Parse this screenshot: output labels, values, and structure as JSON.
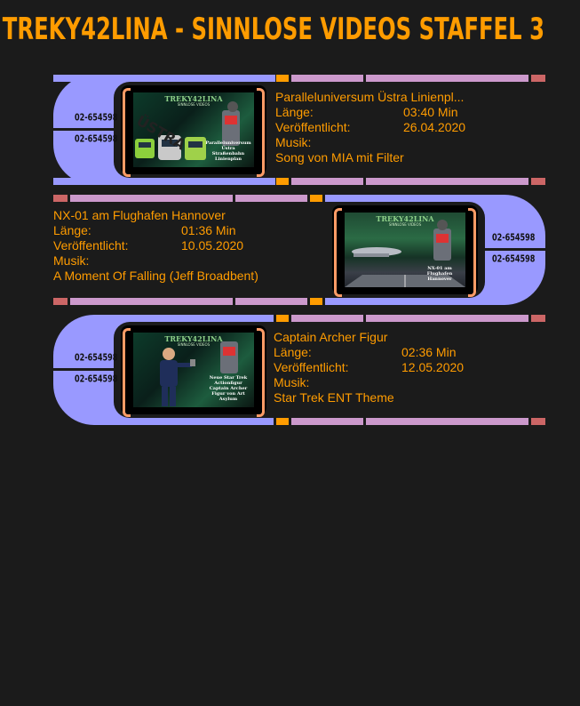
{
  "page": {
    "title": "TREKY42LINA - SINNLOSE VIDEOS STAFFEL 3"
  },
  "colors": {
    "lcars_orange": "#ff9c00",
    "lcars_blue": "#9999ff",
    "lcars_pink": "#cc99cc",
    "lcars_red": "#cc6666",
    "lcars_peach": "#ff9c66",
    "background": "#1b1b1b"
  },
  "lcars_code": "02-654598",
  "labels": {
    "length": "Länge:",
    "published": "Veröffentlicht:",
    "music": "Musik:"
  },
  "videos": [
    {
      "title": "Paralleluniversum Üstra Linienpl...",
      "length": "03:40 Min",
      "published": "26.04.2020",
      "music": "Song von MIA mit Filter",
      "thumb_brand": "TREKY42LINA",
      "thumb_sub": "SINNLOSE VIDEOS",
      "thumb_caption": "Paralleluniversum Üstra Straßenbahn Linienplan",
      "thumb_overlay": "ÜSTRA"
    },
    {
      "title": "NX-01 am Flughafen Hannover",
      "length": "01:36 Min",
      "published": "10.05.2020",
      "music": "A Moment Of Falling (Jeff Broadbent)",
      "thumb_brand": "TREKY42LINA",
      "thumb_sub": "SINNLOSE VIDEOS",
      "thumb_caption": "NX-01 am Flughafen Hannover",
      "thumb_overlay": ""
    },
    {
      "title": "Captain Archer Figur",
      "length": "02:36 Min",
      "published": "12.05.2020",
      "music": "Star Trek ENT Theme",
      "thumb_brand": "TREKY42LINA",
      "thumb_sub": "SINNLOSE VIDEOS",
      "thumb_caption": "Neue Star Trek Actionfigur Captain Archer Figur von Art Asylum",
      "thumb_overlay": ""
    }
  ]
}
